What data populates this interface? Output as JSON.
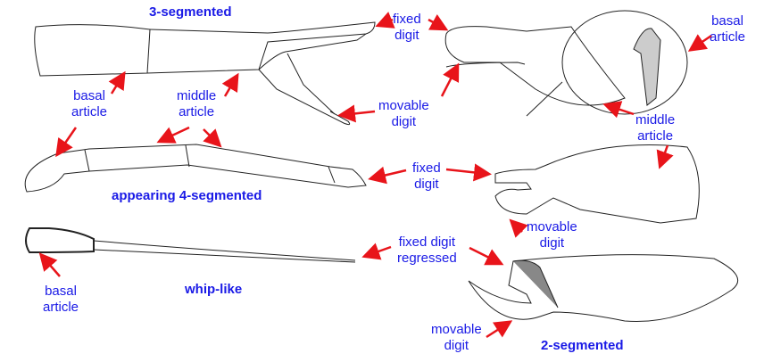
{
  "colors": {
    "label": "#1a1ae6",
    "arrow": "#e8141a",
    "line": "#222222"
  },
  "titles": {
    "three_segmented": "3-segmented",
    "appearing_four": "appearing 4-segmented",
    "whip_like": "whip-like",
    "two_segmented": "2-segmented"
  },
  "labels": {
    "fixed_digit_1": [
      "fixed",
      "digit"
    ],
    "basal_article_1": [
      "basal",
      "article"
    ],
    "middle_article_1": [
      "middle",
      "article"
    ],
    "movable_digit_1": [
      "movable",
      "digit"
    ],
    "basal_article_2": [
      "basal",
      "article"
    ],
    "middle_article_2": [
      "middle",
      "article"
    ],
    "fixed_digit_2": [
      "fixed",
      "digit"
    ],
    "movable_digit_2": [
      "movable",
      "digit"
    ],
    "basal_article_3": [
      "basal",
      "article"
    ],
    "fixed_digit_regressed": [
      "fixed digit",
      "regressed"
    ],
    "movable_digit_3": [
      "movable",
      "digit"
    ]
  }
}
